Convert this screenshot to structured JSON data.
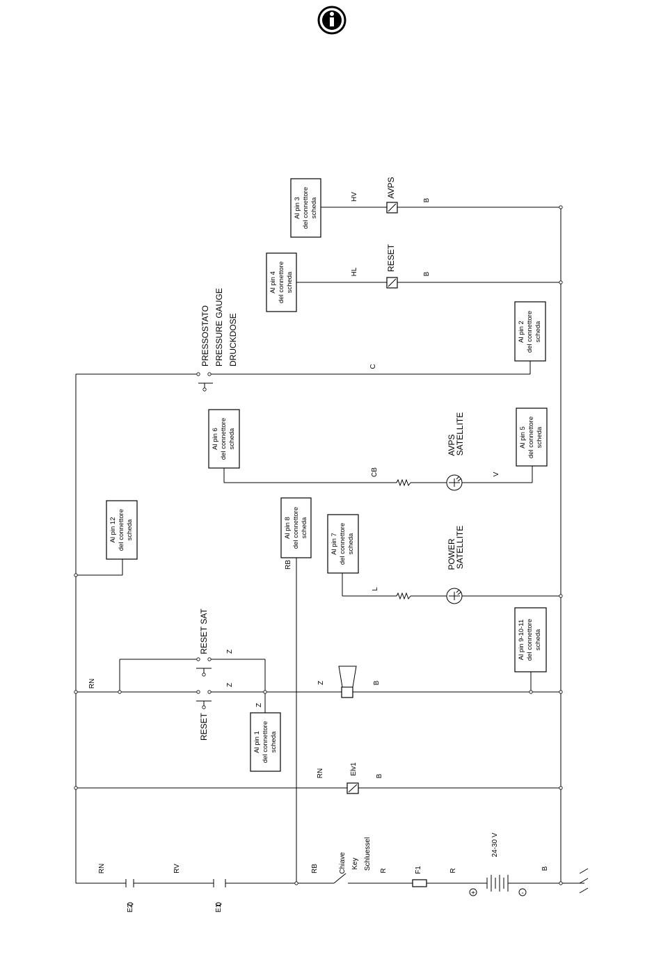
{
  "header": {
    "icon": "info-icon"
  },
  "boxes": {
    "pin3": [
      "Al pin 3",
      "del connettore",
      "scheda"
    ],
    "pin4": [
      "Al pin 4",
      "del connettore",
      "scheda"
    ],
    "pin2": [
      "Al pin 2",
      "del connettore",
      "scheda"
    ],
    "pin6": [
      "Al pin 6",
      "del connettore",
      "scheda"
    ],
    "pin5": [
      "Al pin 5",
      "del connettore",
      "scheda"
    ],
    "pin12": [
      "Al pin 12",
      "del connettore",
      "scheda"
    ],
    "pin8": [
      "Al pin 8",
      "del connettore",
      "scheda"
    ],
    "pin7": [
      "Al pin 7",
      "del connettore",
      "scheda"
    ],
    "pin91011": [
      "Al pin 9-10-11",
      "del connettore",
      "scheda"
    ],
    "pin1": [
      "Al pin 1",
      "del connettore",
      "scheda"
    ]
  },
  "labels": {
    "hv": "HV",
    "avps": "AVPS",
    "b": "B",
    "hl": "HL",
    "reset_lamp": "RESET",
    "pressostato": "PRESSOSTATO",
    "pressure_gauge": "PRESSURE GAUGE",
    "druckdose": "DRUCKDOSE",
    "c": "C",
    "cb": "CB",
    "v": "V",
    "avps_sat_1": "AVPS",
    "avps_sat_2": "SATELLITE",
    "rb": "RB",
    "l": "L",
    "power_sat_1": "POWER",
    "power_sat_2": "SATELLITE",
    "rn": "RN",
    "reset_sat": "RESET SAT",
    "z": "Z",
    "reset": "RESET",
    "elv1": "Elv1",
    "rv": "RV",
    "chiave": "Chiave",
    "key": "Key",
    "schluessel": "Schluessel",
    "r": "R",
    "f1": "F1",
    "voltage": "24-30 V",
    "e1": "E1",
    "e2": "E2",
    "plus": "+",
    "minus": "-"
  }
}
